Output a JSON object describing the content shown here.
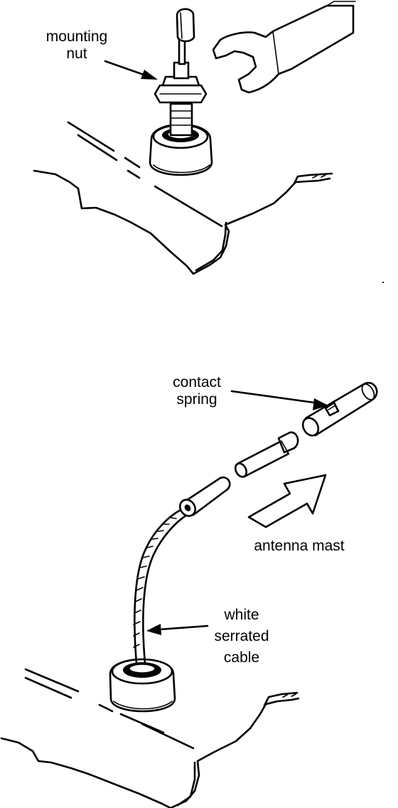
{
  "labels": {
    "mounting_nut": [
      "mounting",
      "nut"
    ],
    "contact_spring": [
      "contact",
      "spring"
    ],
    "antenna_mast": "antenna mast",
    "white_serrated_cable": [
      "white",
      "serrated",
      "cable"
    ]
  },
  "colors": {
    "ink": "#000000",
    "paper": "#ffffff"
  }
}
